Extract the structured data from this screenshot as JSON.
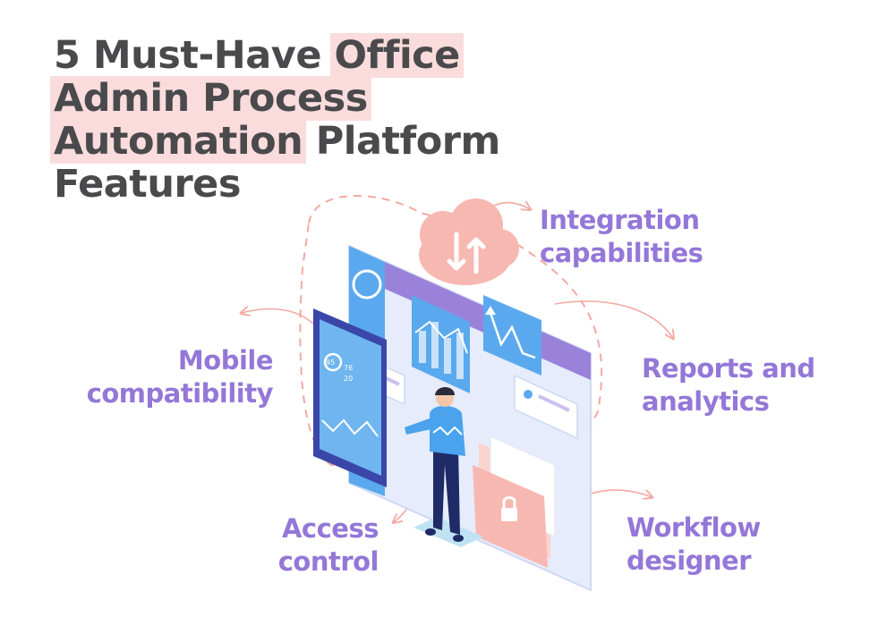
{
  "title": {
    "line1_plain": "5 Must-Have ",
    "line1_highlight": "Office",
    "line2_highlight": "Admin Process",
    "line3_highlight": "Automation",
    "line3_plain": " Platform",
    "line4_plain": "Features"
  },
  "features": {
    "integration": {
      "line1": "Integration",
      "line2": "capabilities"
    },
    "mobile": {
      "line1": "Mobile",
      "line2": "compatibility"
    },
    "reports": {
      "line1": "Reports and",
      "line2": "analytics"
    },
    "access": {
      "line1": "Access",
      "line2": "control"
    },
    "workflow": {
      "line1": "Workflow",
      "line2": "designer"
    }
  },
  "phone_readout": {
    "value_a": "95",
    "value_b": "76",
    "value_c": "20"
  },
  "icons": [
    "cloud-sync-icon",
    "padlock-icon",
    "chat-bubble-icon"
  ],
  "colors": {
    "title_text": "#4a4a4d",
    "title_highlight": "#fadcdc",
    "feature_text": "#9477d8",
    "accent_blue": "#4aa3ec",
    "accent_pink": "#f7b8b2",
    "accent_purple": "#9477d8"
  }
}
